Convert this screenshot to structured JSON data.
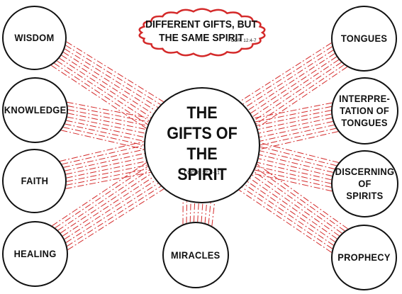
{
  "colors": {
    "line": "#d42a2a",
    "banner_border": "#d42a2a",
    "ink": "#111111"
  },
  "banner": {
    "text": "DIFFERENT GIFTS, BUT\nTHE SAME SPIRIT",
    "reference": "I COR. 12:4-7"
  },
  "center": {
    "title": "THE\nGIFTS OF THE\nSPIRIT",
    "reference": "I COR. 12:8-11"
  },
  "gifts": [
    {
      "id": "wisdom",
      "label": "WISDOM"
    },
    {
      "id": "knowledge",
      "label": "KNOWLEDGE"
    },
    {
      "id": "faith",
      "label": "FAITH"
    },
    {
      "id": "healing",
      "label": "HEALING"
    },
    {
      "id": "miracles",
      "label": "MIRACLES"
    },
    {
      "id": "tongues",
      "label": "TONGUES"
    },
    {
      "id": "interpretation",
      "label": "INTERPRE-\nTATION  OF\nTONGUES"
    },
    {
      "id": "discerning",
      "label": "DISCERNING\nOF\nSPIRITS"
    },
    {
      "id": "prophecy",
      "label": "PROPHECY"
    }
  ]
}
